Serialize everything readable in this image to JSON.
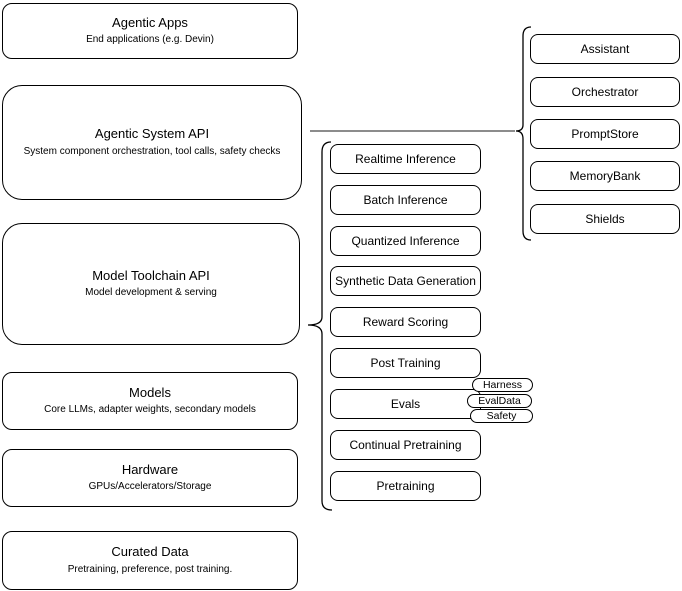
{
  "diagram": {
    "left_column": [
      {
        "title": "Agentic Apps",
        "subtitle": "End applications (e.g. Devin)"
      },
      {
        "title": "Agentic System API",
        "subtitle": "System component orchestration, tool calls, safety checks"
      },
      {
        "title": "Model Toolchain API",
        "subtitle": "Model development & serving"
      },
      {
        "title": "Models",
        "subtitle": "Core LLMs, adapter weights, secondary models"
      },
      {
        "title": "Hardware",
        "subtitle": "GPUs/Accelerators/Storage"
      },
      {
        "title": "Curated Data",
        "subtitle": "Pretraining, preference, post training."
      }
    ],
    "toolchain_components": [
      "Realtime Inference",
      "Batch Inference",
      "Quantized Inference",
      "Synthetic Data Generation",
      "Reward Scoring",
      "Post Training",
      "Evals",
      "Continual Pretraining",
      "Pretraining"
    ],
    "eval_pills": [
      "Harness",
      "EvalData",
      "Safety"
    ],
    "system_components": [
      "Assistant",
      "Orchestrator",
      "PromptStore",
      "MemoryBank",
      "Shields"
    ],
    "colors": {
      "stroke": "#000000",
      "connector_line": "#666666",
      "background": "#ffffff",
      "text": "#000000"
    }
  }
}
